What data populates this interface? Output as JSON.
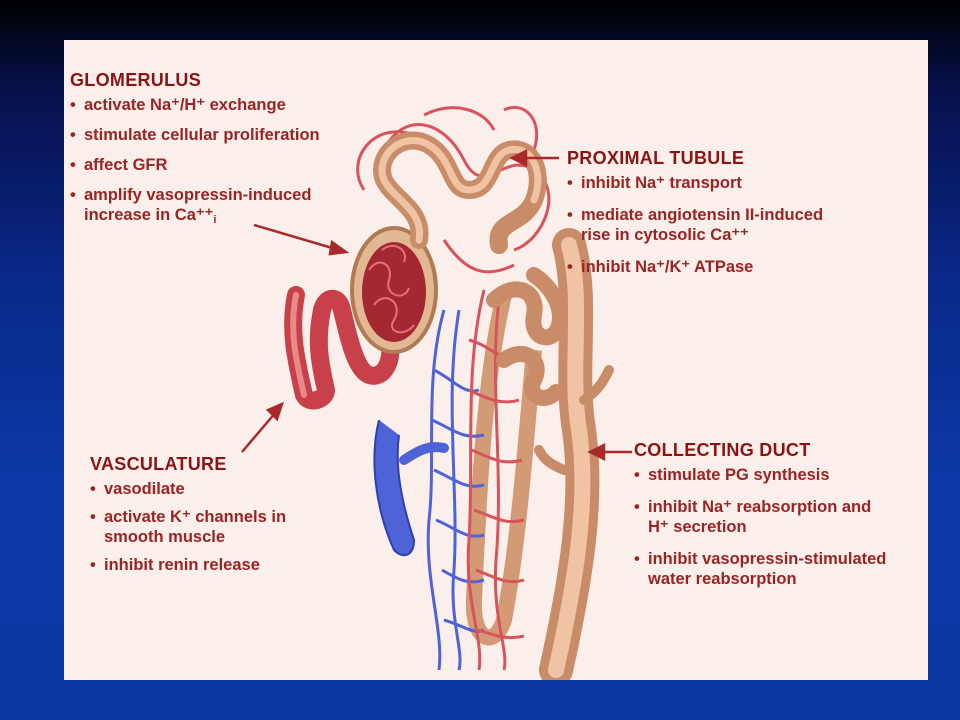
{
  "glomerulus": {
    "title": "GLOMERULUS",
    "items": [
      {
        "text": "activate Na⁺/H⁺ exchange"
      },
      {
        "text": "stimulate cellular proliferation"
      },
      {
        "text": "affect GFR"
      },
      {
        "text": "amplify vasopressin-induced",
        "line2": "increase in Ca⁺⁺",
        "sub": "i"
      }
    ]
  },
  "proximal_tubule": {
    "title": "PROXIMAL TUBULE",
    "items": [
      {
        "text": "inhibit Na⁺ transport"
      },
      {
        "text": "mediate angiotensin II-induced",
        "line2": "rise in cytosolic Ca⁺⁺"
      },
      {
        "text": "inhibit Na⁺/K⁺ ATPase"
      }
    ]
  },
  "vasculature": {
    "title": "VASCULATURE",
    "items": [
      {
        "text": "vasodilate"
      },
      {
        "text": "activate K⁺ channels in",
        "line2": "smooth muscle"
      },
      {
        "text": "inhibit renin release"
      }
    ]
  },
  "collecting_duct": {
    "title": "COLLECTING DUCT",
    "items": [
      {
        "text": "stimulate PG synthesis"
      },
      {
        "text": "inhibit Na⁺ reabsorption and",
        "line2": "H⁺ secretion"
      },
      {
        "text": "inhibit vasopressin-stimulated",
        "line2": "water reabsorption"
      }
    ]
  },
  "colors": {
    "background_top": "#000000",
    "background_bottom": "#0a36a0",
    "panel": "#faefea",
    "label_text": "#9a2424",
    "tubule": "#d9a27e",
    "artery": "#d9535a",
    "vein": "#4f63d8"
  }
}
